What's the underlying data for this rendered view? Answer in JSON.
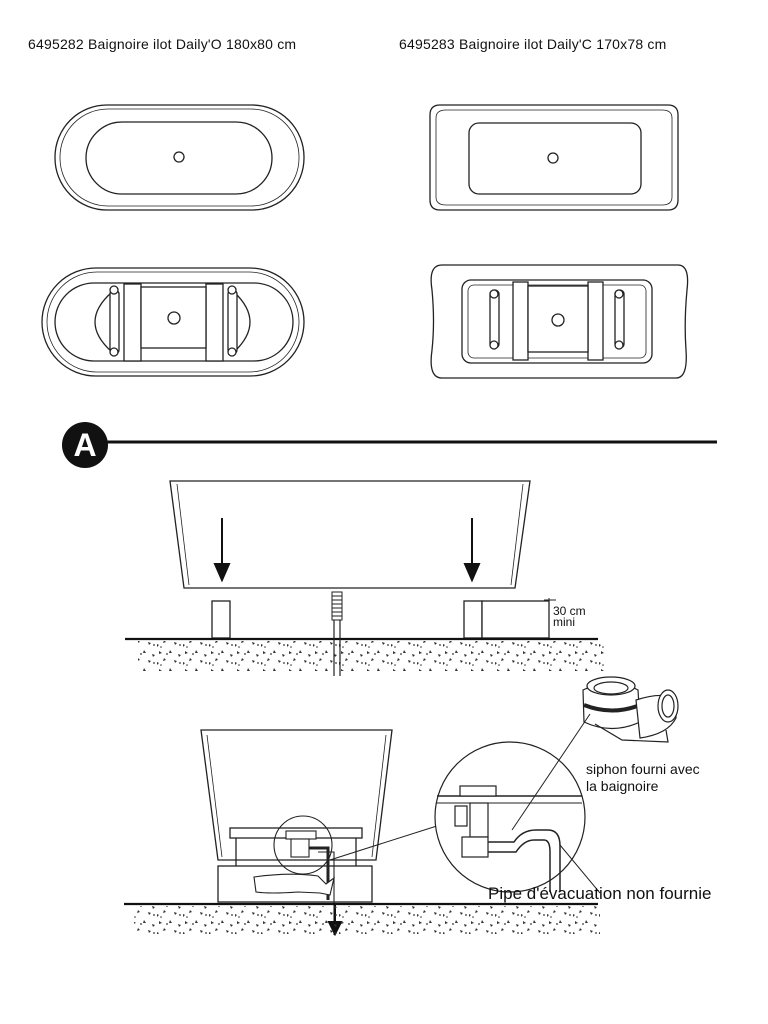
{
  "titles": {
    "left": "6495282 Baignoire ilot Daily'O 180x80 cm",
    "right": "6495283 Baignoire ilot Daily'C 170x78 cm"
  },
  "section": {
    "label": "A"
  },
  "annotations": {
    "height_value": "30 cm",
    "height_unit": "mini",
    "siphon_line1": "siphon fourni avec",
    "siphon_line2": "la baignoire",
    "pipe": "Pipe d'évacuation non fournie"
  }
}
